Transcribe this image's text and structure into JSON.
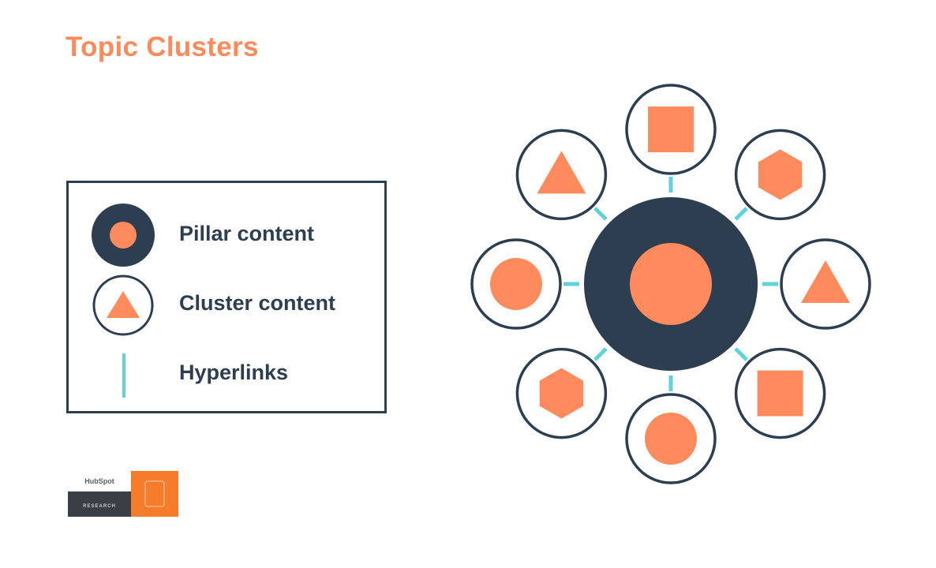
{
  "title": "Topic Clusters",
  "colors": {
    "accent": "#ff8a5b",
    "navy": "#2d3e50",
    "link": "#5fd3dc",
    "white": "#ffffff"
  },
  "legend": {
    "items": [
      {
        "icon": "pillar-icon",
        "label": "Pillar content"
      },
      {
        "icon": "cluster-icon",
        "label": "Cluster content"
      },
      {
        "icon": "hyperlink-icon",
        "label": "Hyperlinks"
      }
    ]
  },
  "diagram": {
    "pillar": {
      "inner_shape": "circle"
    },
    "clusters": [
      {
        "position": "top",
        "shape": "square"
      },
      {
        "position": "top-right",
        "shape": "hexagon"
      },
      {
        "position": "right",
        "shape": "triangle"
      },
      {
        "position": "bottom-right",
        "shape": "square"
      },
      {
        "position": "bottom",
        "shape": "circle"
      },
      {
        "position": "bottom-left",
        "shape": "hexagon"
      },
      {
        "position": "left",
        "shape": "circle"
      },
      {
        "position": "top-left",
        "shape": "triangle"
      }
    ]
  },
  "logo": {
    "brand": "HubSpot",
    "label": "RESEARCH"
  }
}
